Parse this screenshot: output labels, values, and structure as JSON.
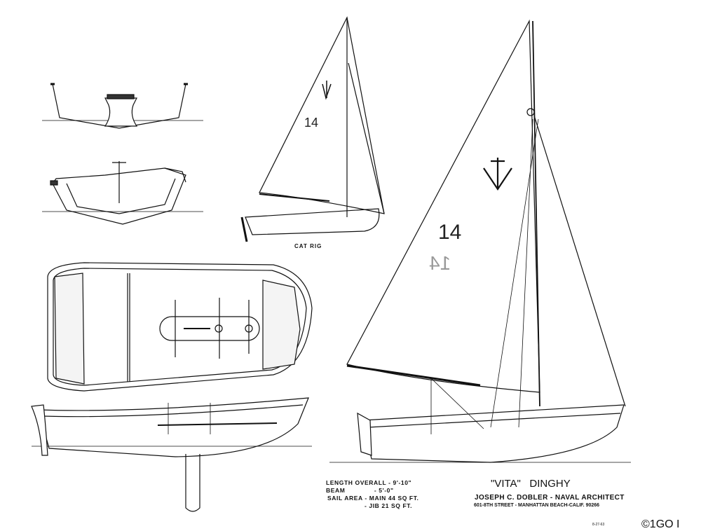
{
  "drawing": {
    "cat_rig_label": "CAT RIG",
    "cat_rig_sail_number": "14",
    "sloop_sail_number_front": "14",
    "sloop_sail_number_back": "41",
    "specs": {
      "length_overall": "LENGTH OVERALL - 9'-10\"",
      "beam": "BEAM              - 5'-0\"",
      "sail_area_main": "SAIL AREA - MAIN  44 SQ FT.",
      "sail_area_jib": "- JIB   21 SQ FT."
    },
    "title": "\"VITA\"   DINGHY",
    "architect": "JOSEPH C. DOBLER - NAVAL ARCHITECT",
    "address": "601-8TH STREET - MANHATTAN BEACH-CALIF. 90266",
    "date_code": "8-27-63",
    "copyright": "©1GO I"
  }
}
